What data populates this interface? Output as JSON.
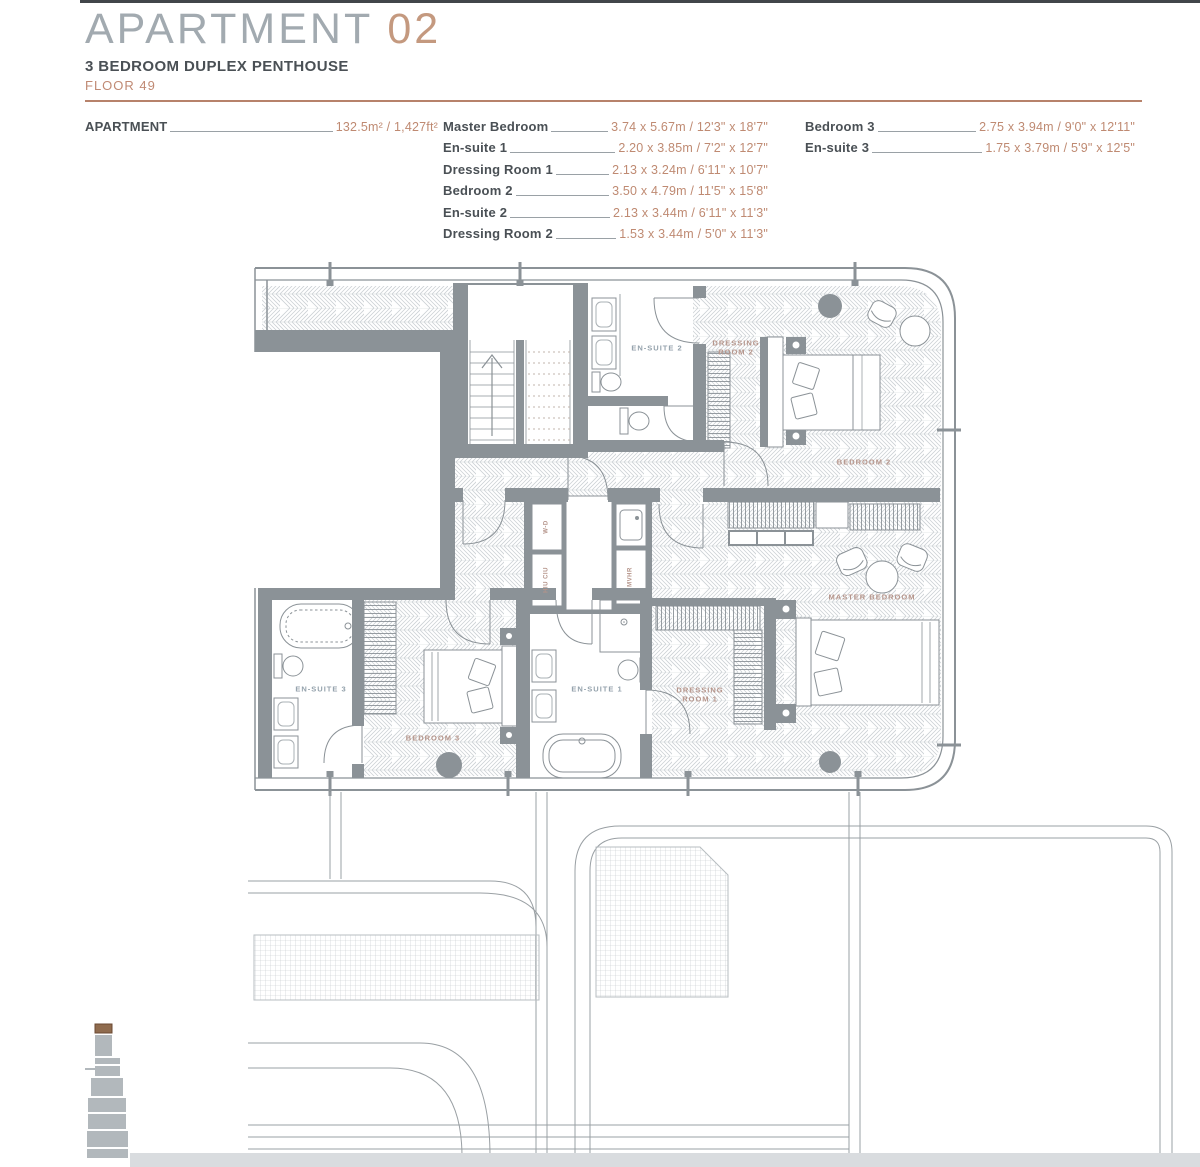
{
  "header": {
    "title_main": "APARTMENT",
    "title_number": "02",
    "subtitle": "3 BEDROOM DUPLEX PENTHOUSE",
    "floor": "FLOOR 49"
  },
  "summary": {
    "label": "APARTMENT",
    "value": "132.5m² / 1,427ft²"
  },
  "rooms": [
    {
      "label": "Master Bedroom",
      "dims": "3.74 x 5.67m / 12'3\" x 18'7\""
    },
    {
      "label": "En-suite 1",
      "dims": "2.20 x 3.85m / 7'2\" x 12'7\""
    },
    {
      "label": "Dressing Room 1",
      "dims": "2.13 x 3.24m / 6'11\" x 10'7\""
    },
    {
      "label": "Bedroom 2",
      "dims": "3.50 x 4.79m / 11'5\" x 15'8\""
    },
    {
      "label": "En-suite 2",
      "dims": "2.13 x 3.44m / 6'11\" x 11'3\""
    },
    {
      "label": "Dressing Room 2",
      "dims": "1.53 x 3.44m / 5'0\" x 11'3\""
    },
    {
      "label": "Bedroom 3",
      "dims": "2.75 x 3.94m / 9'0\" x 12'11\""
    },
    {
      "label": "En-suite 3",
      "dims": "1.75 x 3.79m / 5'9\" x 12'5\""
    }
  ],
  "plan": {
    "labels": {
      "ensuite1": "EN-SUITE 1",
      "ensuite2": "EN-SUITE 2",
      "ensuite3": "EN-SUITE 3",
      "bedroom2": "BEDROOM 2",
      "bedroom3": "BEDROOM 3",
      "master": "MASTER BEDROOM",
      "dressing1_l1": "DRESSING",
      "dressing1_l2": "ROOM 1",
      "dressing2_l1": "DRESSING",
      "dressing2_l2": "ROOM 2",
      "wd": "W-D",
      "hiu": "HIU CIU",
      "mvhr": "MVHR"
    }
  },
  "colors": {
    "accent": "#b7826b",
    "wall": "#8b9297",
    "label_warm": "#b5948a",
    "label_cool": "#94a2ac",
    "key_highlight": "#8f6b4e"
  }
}
